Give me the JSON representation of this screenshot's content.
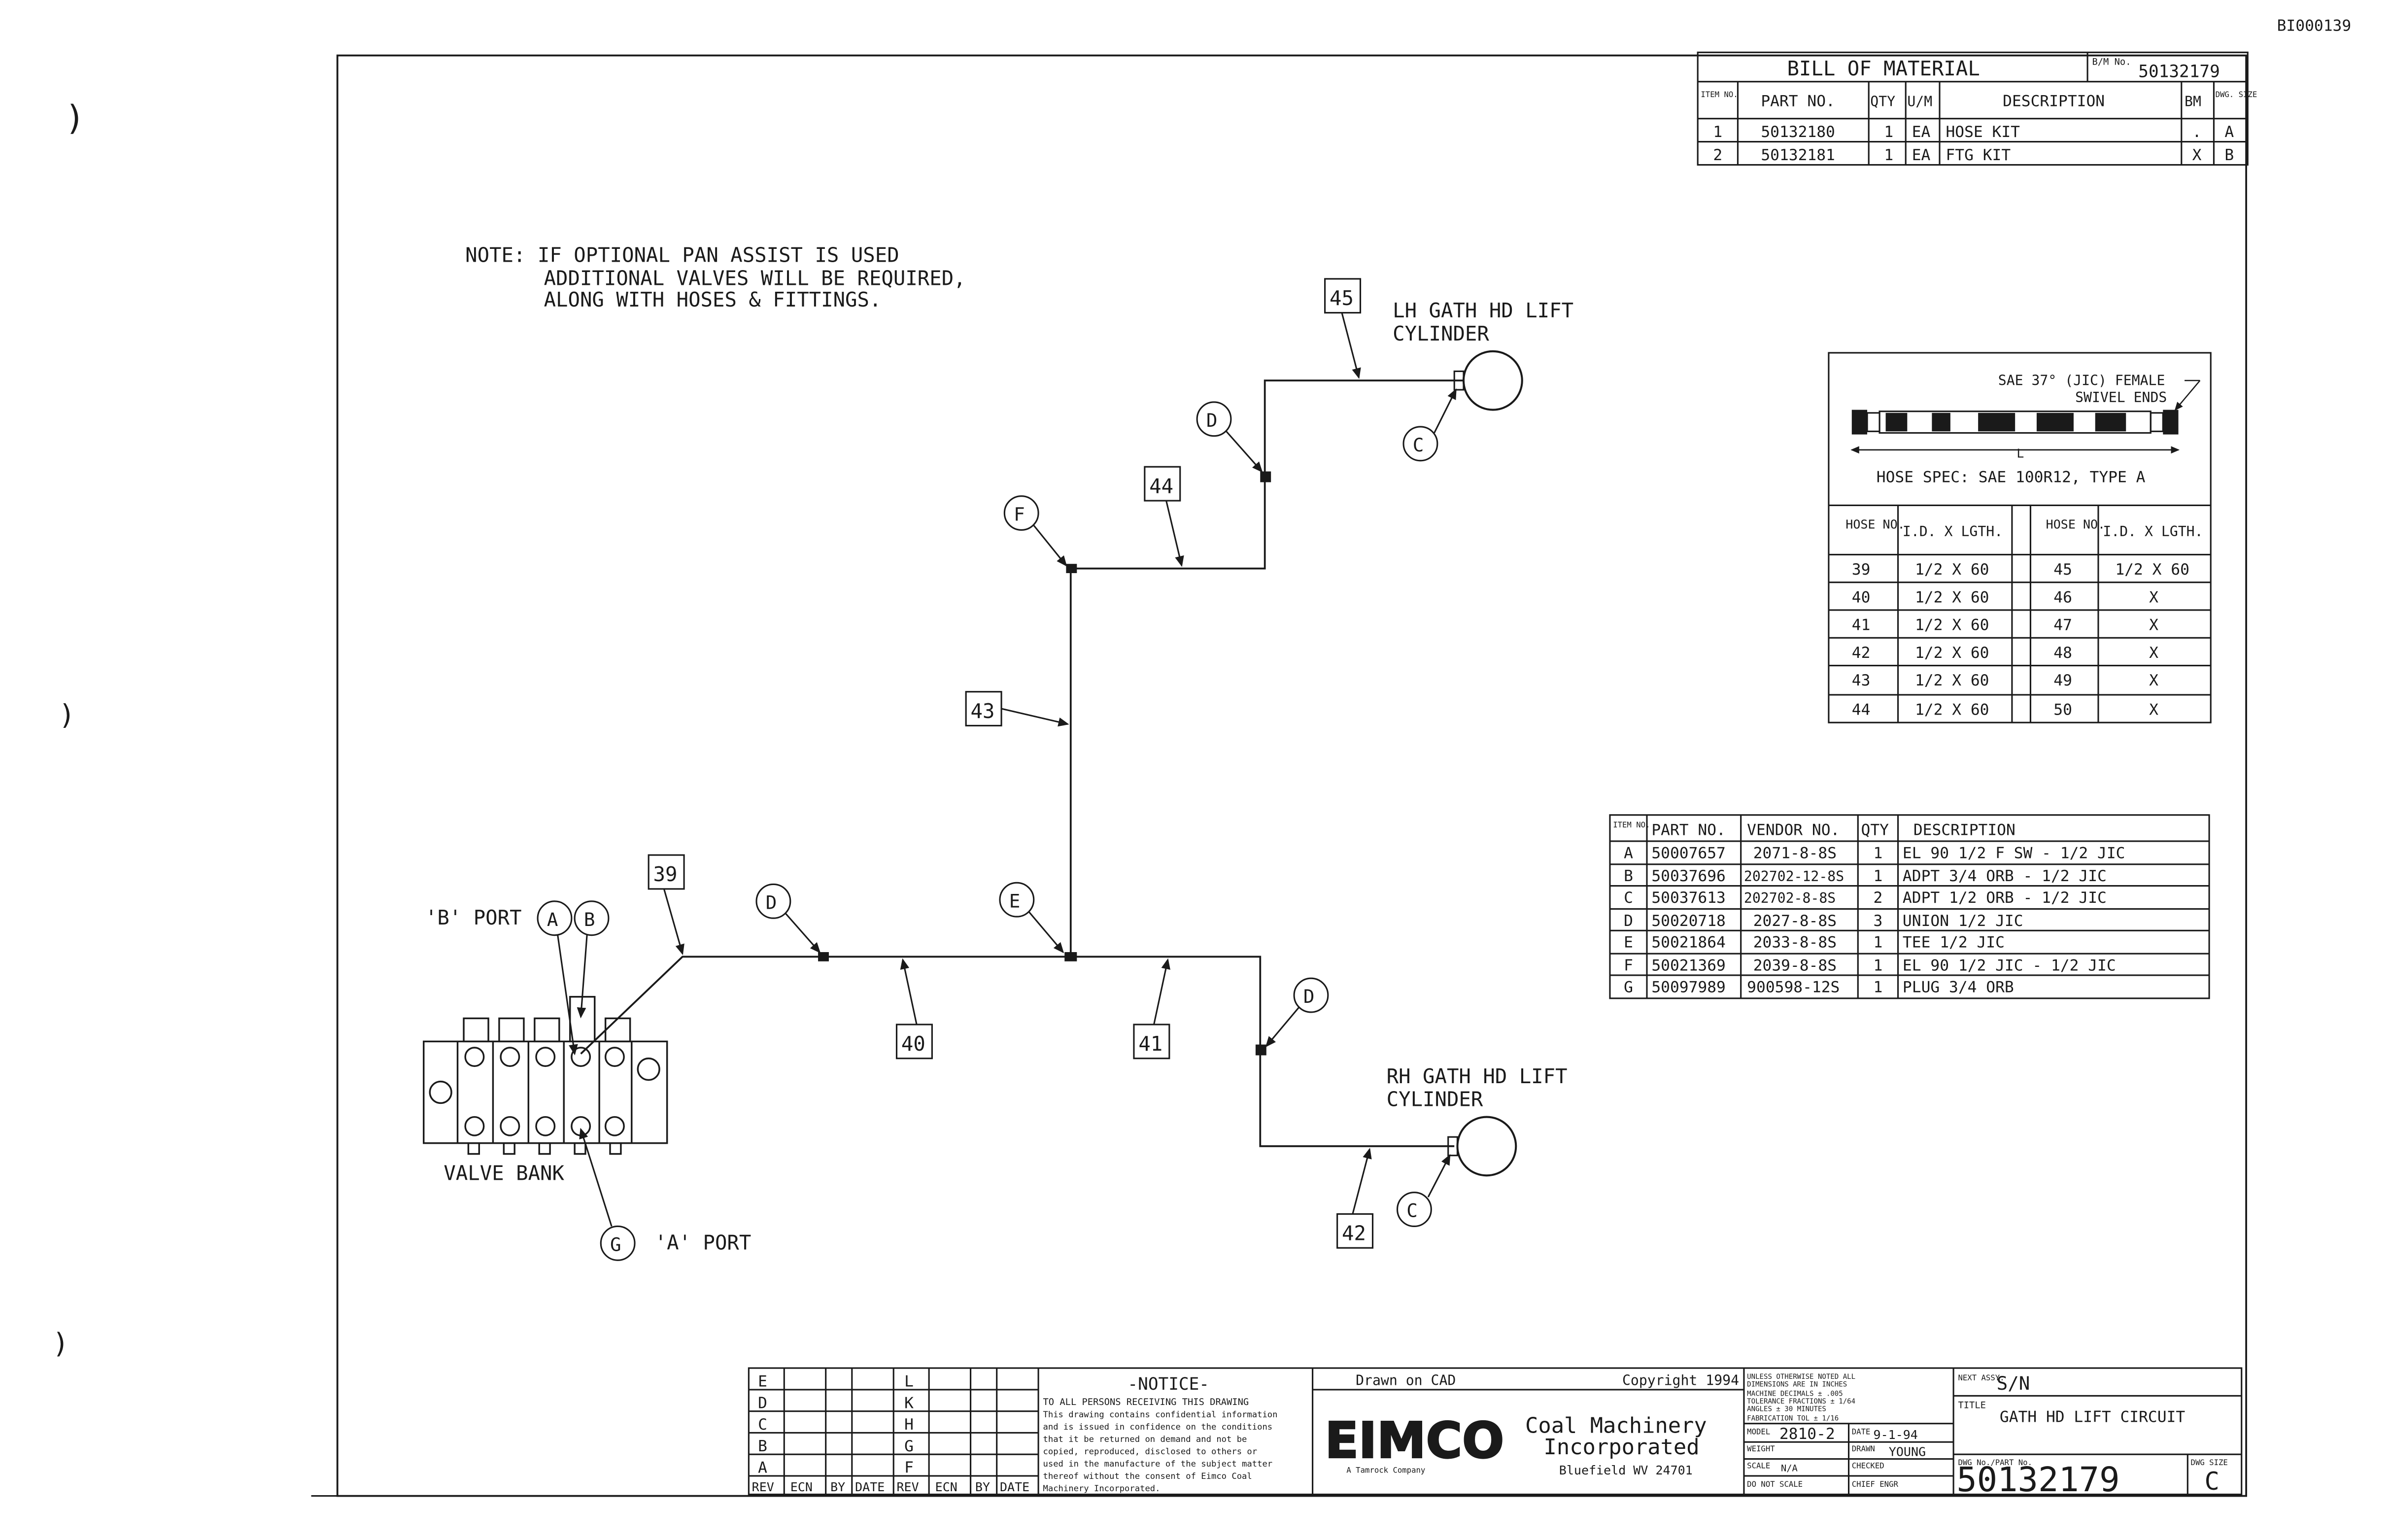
{
  "sheet_ref": "BI000139",
  "note": {
    "line1": "NOTE:  IF OPTIONAL PAN ASSIST IS USED",
    "line2": "ADDITIONAL VALVES WILL BE REQUIRED,",
    "line3": "ALONG WITH HOSES & FITTINGS."
  },
  "bom": {
    "title": "BILL OF MATERIAL",
    "bm_no_label": "B/M No.",
    "bm_no": "50132179",
    "headers": [
      "ITEM NO.",
      "PART NO.",
      "QTY",
      "U/M",
      "DESCRIPTION",
      "BM",
      "DWG. SIZE"
    ],
    "rows": [
      [
        "1",
        "50132180",
        "1",
        "EA",
        "HOSE KIT",
        ".",
        "A"
      ],
      [
        "2",
        "50132181",
        "1",
        "EA",
        "FTG KIT",
        "X",
        "B"
      ]
    ]
  },
  "hose_spec": {
    "fitting_note_line1": "SAE 37° (JIC) FEMALE",
    "fitting_note_line2": "SWIVEL ENDS",
    "length_label": "L",
    "spec": "HOSE SPEC: SAE 100R12, TYPE A",
    "headers": [
      "HOSE NO.",
      "I.D. X LGTH.",
      "HOSE NO.",
      "I.D. X LGTH."
    ],
    "rows": [
      [
        "39",
        "1/2 X 60",
        "45",
        "1/2 X 60"
      ],
      [
        "40",
        "1/2 X 60",
        "46",
        "X"
      ],
      [
        "41",
        "1/2 X 60",
        "47",
        "X"
      ],
      [
        "42",
        "1/2 X 60",
        "48",
        "X"
      ],
      [
        "43",
        "1/2 X 60",
        "49",
        "X"
      ],
      [
        "44",
        "1/2 X 60",
        "50",
        "X"
      ]
    ]
  },
  "fittings": {
    "headers": [
      "ITEM NO.",
      "PART NO.",
      "VENDOR NO.",
      "QTY",
      "DESCRIPTION"
    ],
    "rows": [
      [
        "A",
        "50007657",
        "2071-8-8S",
        "1",
        "EL 90 1/2 F SW - 1/2  JIC"
      ],
      [
        "B",
        "50037696",
        "202702-12-8S",
        "1",
        "ADPT 3/4 ORB - 1/2 JIC"
      ],
      [
        "C",
        "50037613",
        "202702-8-8S",
        "2",
        "ADPT 1/2 ORB - 1/2 JIC"
      ],
      [
        "D",
        "50020718",
        "2027-8-8S",
        "3",
        "UNION 1/2 JIC"
      ],
      [
        "E",
        "50021864",
        "2033-8-8S",
        "1",
        "TEE 1/2 JIC"
      ],
      [
        "F",
        "50021369",
        "2039-8-8S",
        "1",
        "EL 90 1/2 JIC - 1/2 JIC"
      ],
      [
        "G",
        "50097989",
        "900598-12S",
        "1",
        "PLUG 3/4 ORB"
      ]
    ]
  },
  "diagram": {
    "lh_cyl_line1": "LH GATH HD LIFT",
    "lh_cyl_line2": "CYLINDER",
    "rh_cyl_line1": "RH GATH HD LIFT",
    "rh_cyl_line2": "CYLINDER",
    "b_port": "'B' PORT",
    "a_port": "'A' PORT",
    "valve_bank": "VALVE BANK",
    "hoses": {
      "h39": "39",
      "h40": "40",
      "h41": "41",
      "h42": "42",
      "h43": "43",
      "h44": "44",
      "h45": "45"
    },
    "callouts": {
      "a": "A",
      "b": "B",
      "c1": "C",
      "c2": "C",
      "d1": "D",
      "d2": "D",
      "d3": "D",
      "e": "E",
      "f": "F",
      "g": "G"
    }
  },
  "title_block": {
    "rev_letters": [
      "E",
      "D",
      "C",
      "B",
      "A"
    ],
    "rev_letters_right": [
      "L",
      "K",
      "H",
      "G",
      "F"
    ],
    "rev_headers": [
      "REV",
      "ECN",
      "BY",
      "DATE",
      "REV",
      "ECN",
      "BY",
      "DATE"
    ],
    "notice_title": "-NOTICE-",
    "notice_lines": [
      "TO ALL PERSONS RECEIVING THIS DRAWING",
      "This drawing contains confidential information",
      "and is issued in confidence on the conditions",
      "that it be returned on demand and not be",
      "copied, reproduced, disclosed to others or",
      "used in the manufacture of the subject matter",
      "thereof without the consent of Eimco Coal",
      "Machinery Incorporated."
    ],
    "drawn_on": "Drawn on CAD",
    "copyright": "Copyright 1994",
    "logo": "EIMCO",
    "company_line1": "Coal Machinery",
    "company_line2": "Incorporated",
    "company_sub": "A Tamrock Company",
    "location": "Bluefield WV 24701",
    "tolerance_lines": [
      "UNLESS OTHERWISE NOTED ALL",
      "DIMENSIONS ARE IN INCHES",
      "MACHINE    DECIMALS ± .005",
      "TOLERANCE  FRACTIONS ± 1/64",
      "           ANGLES ± 30 MINUTES",
      "FABRICATION TOL ± 1/16"
    ],
    "model_label": "MODEL",
    "model": "2810-2",
    "date_label": "DATE",
    "date": "9-1-94",
    "weight_label": "WEIGHT",
    "drawn_label": "DRAWN",
    "drawn_by": "YOUNG",
    "scale_label": "SCALE",
    "scale": "N/A",
    "checked_label": "CHECKED",
    "do_not_scale": "DO NOT SCALE",
    "chief_engr_label": "CHIEF ENGR",
    "next_assy_label": "NEXT ASSY.",
    "next_assy": "S/N",
    "title_label": "TITLE",
    "title": "GATH HD LIFT CIRCUIT",
    "dwg_no_label": "DWG No./PART No.",
    "dwg_no": "50132179",
    "dwg_size_label": "DWG SIZE",
    "dwg_size": "C"
  }
}
